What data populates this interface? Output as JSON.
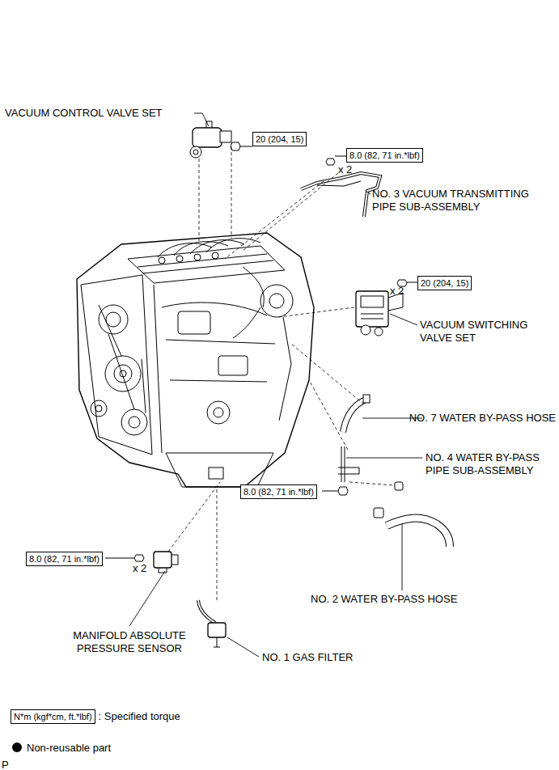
{
  "diagram": {
    "nodes": [
      {
        "text": [
          "20 (204, 15)"
        ]
      },
      {
        "text": [
          "8.0 (82, 71 in.*lbf)"
        ]
      },
      {
        "text": [
          "20 (204, 15)"
        ]
      },
      {
        "text": [
          "8.0 (82, 71 in.*lbf)"
        ]
      },
      {
        "text": [
          "8.0 (82, 71 in.*lbf)"
        ]
      },
      {
        "text": [
          "N*m (kgf*cm, ft.*lbf)"
        ]
      }
    ],
    "labels": [
      "VACUUM CONTROL VALVE SET",
      "x 2",
      "NO. 3 VACUUM TRANSMITTING PIPE SUB-ASSEMBLY",
      "x 2",
      "VACUUM SWITCHING VALVE SET",
      "NO. 7 WATER BY-PASS HOSE",
      "NO. 4 WATER BY-PASS PIPE SUB-ASSEMBLY",
      "x 2",
      "NO. 2 WATER BY-PASS HOSE",
      "MANIFOLD ABSOLUTE PRESSURE SENSOR",
      "NO. 1 GAS FILTER",
      "P"
    ],
    "legend": [
      {
        "text": ": Specified torque"
      },
      {
        "text": "Non-reusable part"
      }
    ]
  }
}
